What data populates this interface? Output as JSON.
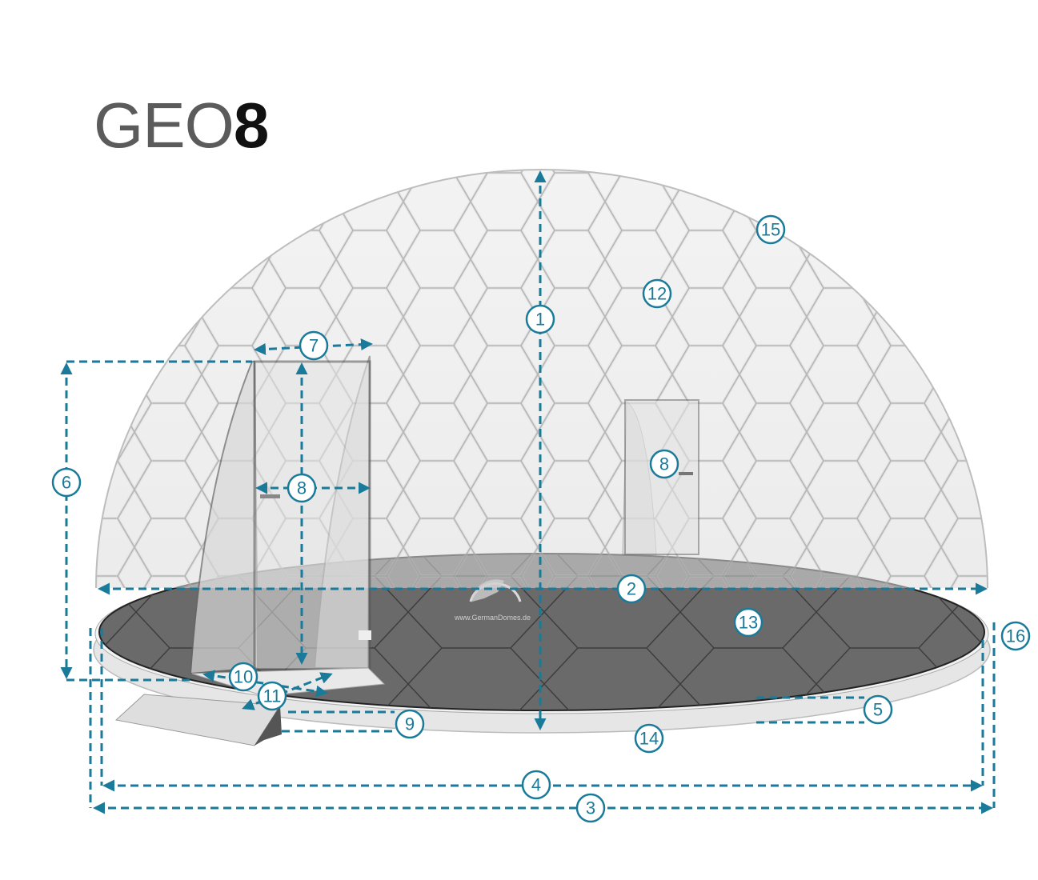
{
  "title": {
    "prefix": "GEO",
    "number": "8"
  },
  "logo": {
    "text": "www.GermanDomes.de"
  },
  "callouts": {
    "c1": "1",
    "c2": "2",
    "c3": "3",
    "c4": "4",
    "c5": "5",
    "c6": "6",
    "c7": "7",
    "c8a": "8",
    "c8b": "8",
    "c9": "9",
    "c10": "10",
    "c11": "11",
    "c12": "12",
    "c13": "13",
    "c14": "14",
    "c15": "15",
    "c16": "16"
  },
  "colors": {
    "accent": "#1a7a99",
    "title_grey": "#5b5b5b",
    "floor": "#6a6a6a"
  }
}
